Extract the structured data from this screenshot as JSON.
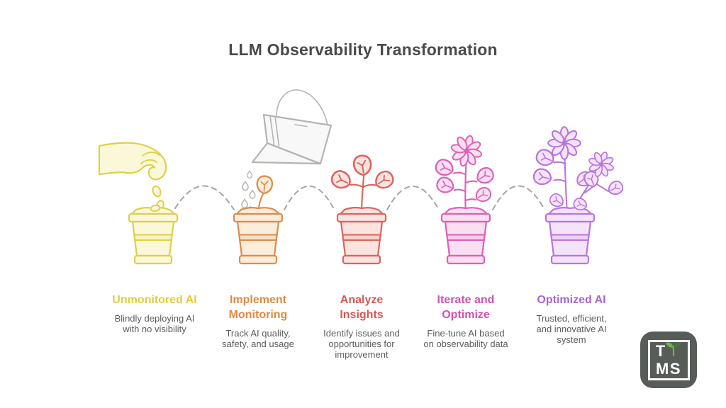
{
  "title": "LLM Observability Transformation",
  "stages": [
    {
      "id": "unmonitored-ai",
      "title": "Unmonitored AI",
      "description": "Blindly deploying AI\nwith no visibility",
      "icon": "hand-planting-seed-in-pot-icon",
      "colors": {
        "text": "#e3cc3e",
        "stroke": "#ddd04a",
        "fill": "#fbf8d9"
      }
    },
    {
      "id": "implement-monitoring",
      "title": "Implement\nMonitoring",
      "description": "Track AI quality,\nsafety, and usage",
      "icon": "watering-can-sprout-pot-icon",
      "colors": {
        "text": "#dd8a42",
        "stroke": "#dc8c4c",
        "fill": "#fcecda"
      }
    },
    {
      "id": "analyze-insights",
      "title": "Analyze\nInsights",
      "description": "Identify issues and\nopportunities for\nimprovement",
      "icon": "seedling-pot-icon",
      "colors": {
        "text": "#d95750",
        "stroke": "#de625a",
        "fill": "#fbe3e0"
      }
    },
    {
      "id": "iterate-and-optimize",
      "title": "Iterate and\nOptimize",
      "description": "Fine-tune AI based\non observability data",
      "icon": "flowering-plant-pot-icon",
      "colors": {
        "text": "#d44fae",
        "stroke": "#dc60b5",
        "fill": "#fadef1"
      }
    },
    {
      "id": "optimized-ai",
      "title": "Optimized AI",
      "description": "Trusted, efficient,\nand innovative AI\nsystem",
      "icon": "blooming-plant-pot-icon",
      "colors": {
        "text": "#a763d8",
        "stroke": "#bb74de",
        "fill": "#f3e3fb"
      }
    }
  ],
  "palette": {
    "background": "#ffffff",
    "title_text": "#4a4a4a",
    "desc_text": "#5c5c5c",
    "connector": "#a5a5a5",
    "can_stroke": "#b3b3b3",
    "can_fill": "#f8f8f8"
  },
  "logo": {
    "top_letter": "T",
    "bottom_letters": "MS",
    "icon": "sprout-icon",
    "bg": "#585c59",
    "frame": "#ffffff",
    "sprout_light": "#6db54c",
    "sprout_dark": "#41793b"
  }
}
